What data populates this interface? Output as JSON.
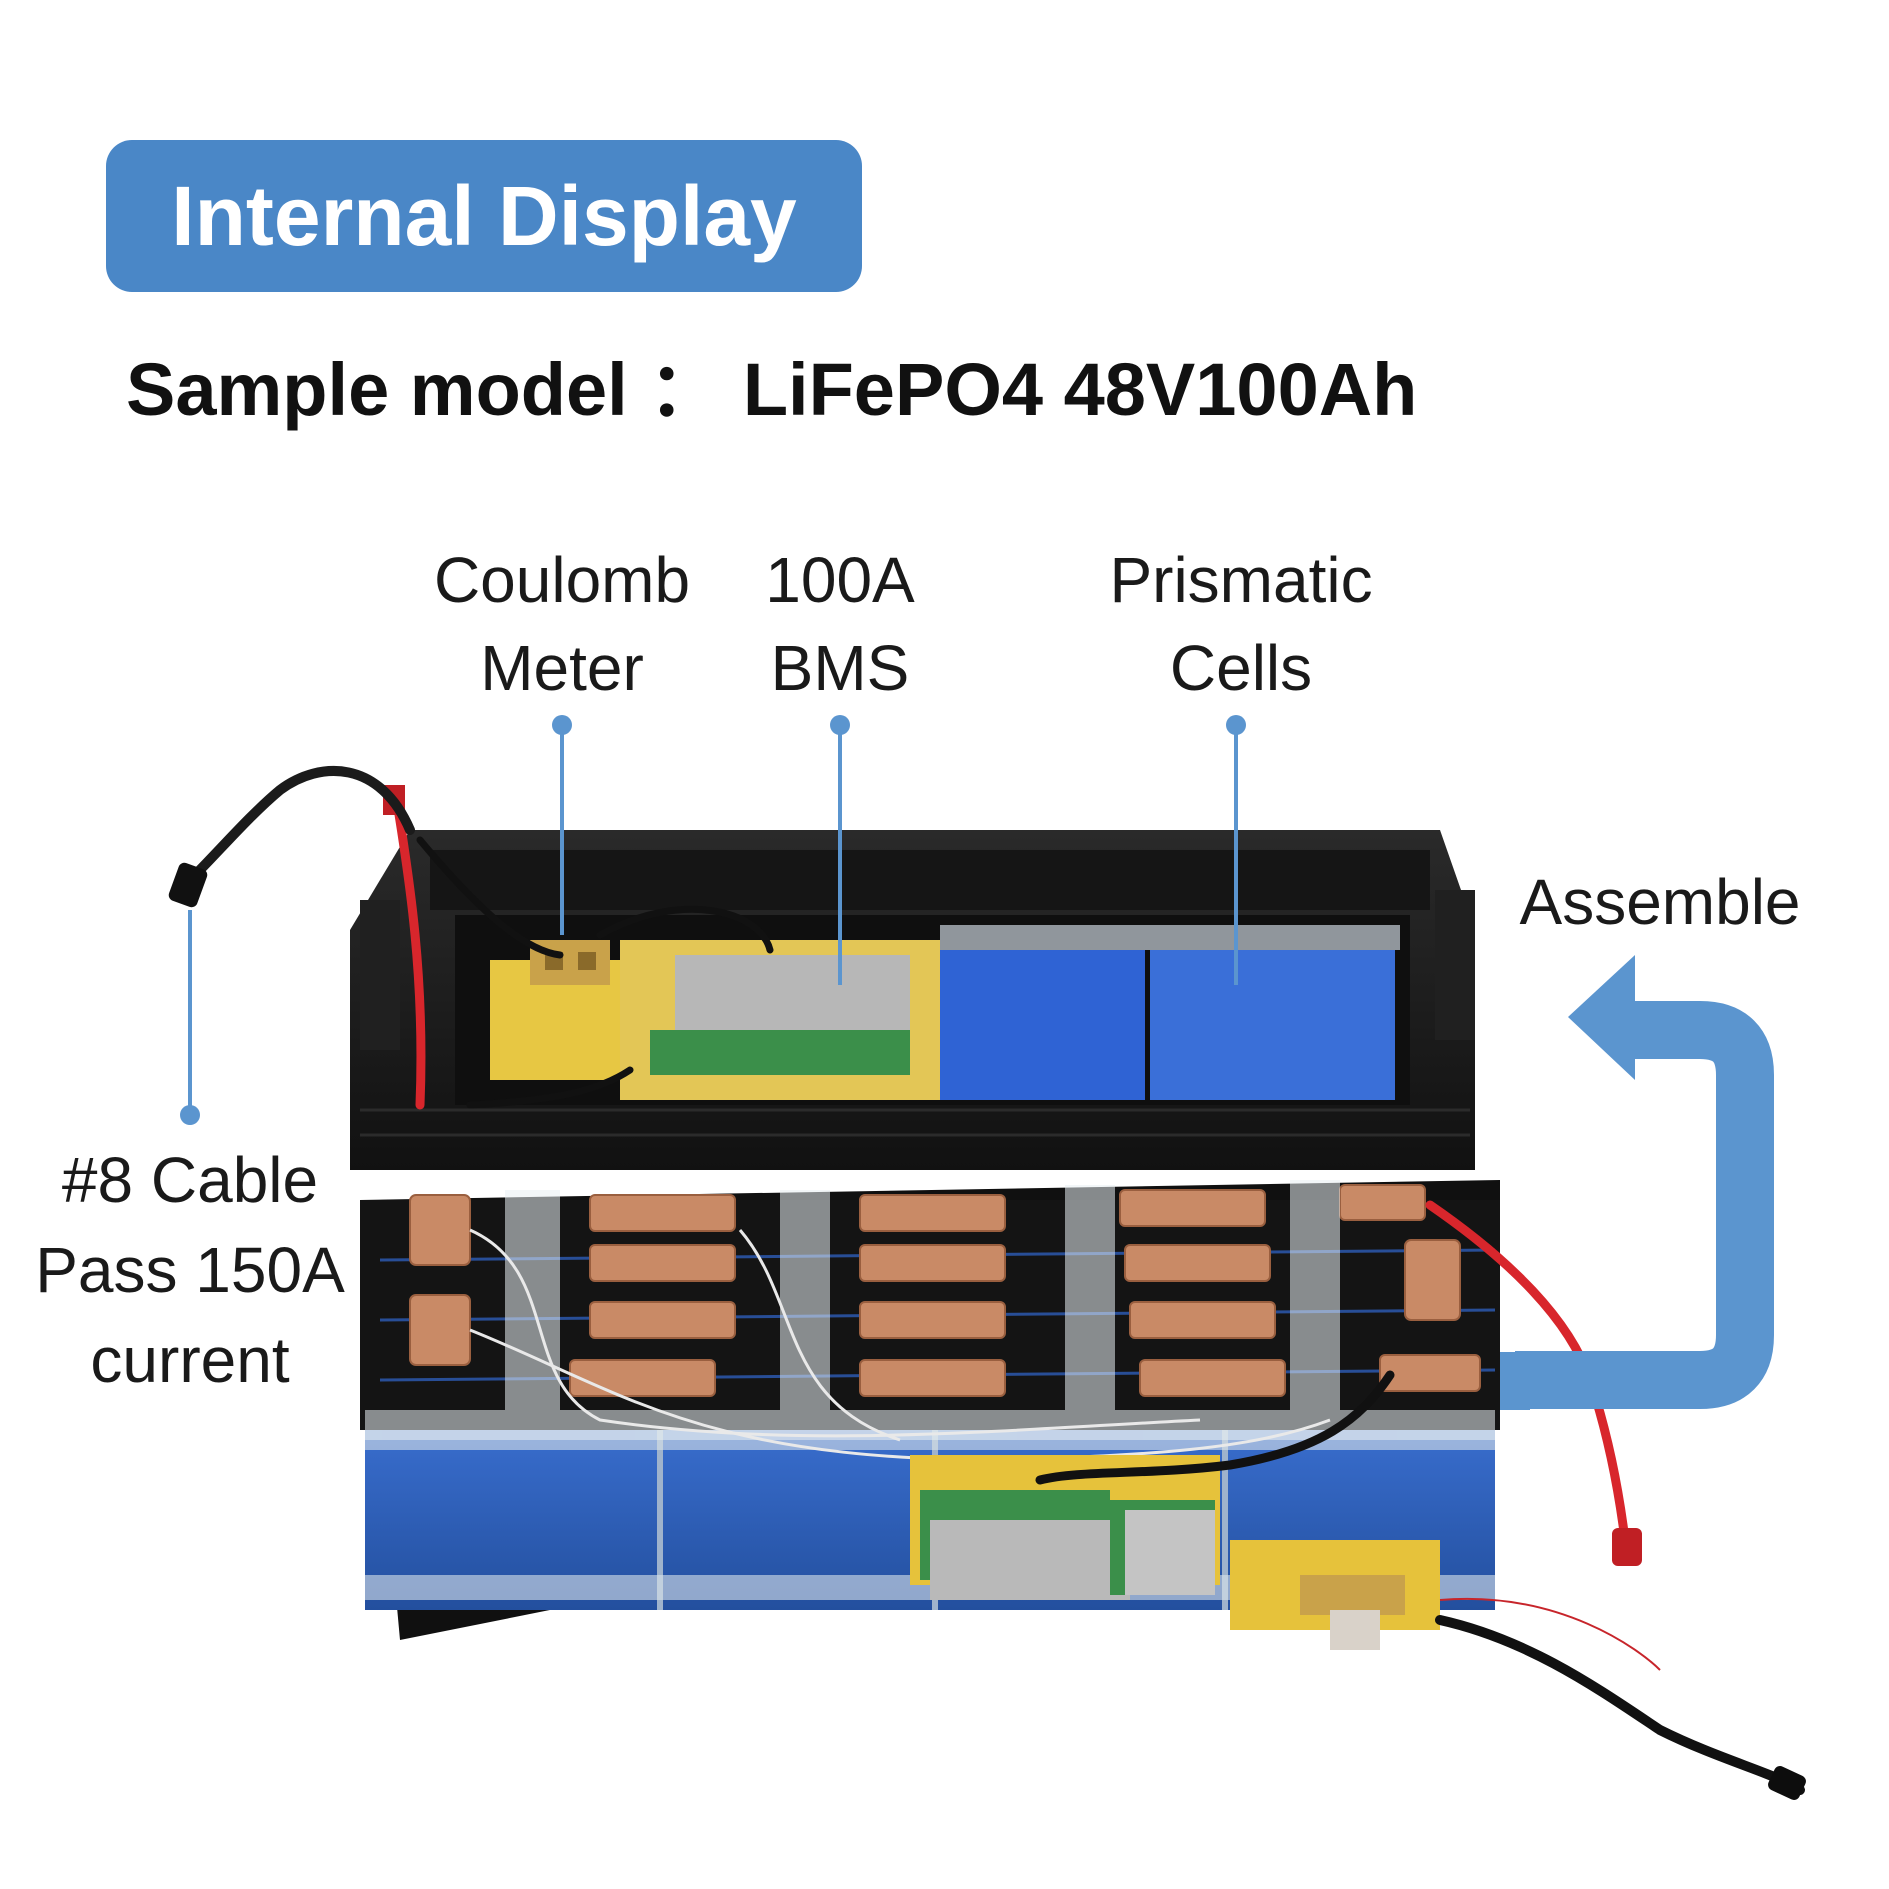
{
  "header": {
    "title": "Internal Display"
  },
  "model": {
    "label": "Sample model",
    "separator": "：",
    "value": "LiFePO4 48V100Ah"
  },
  "callouts": {
    "coulomb_meter": [
      "Coulomb",
      "Meter"
    ],
    "bms": [
      "100A",
      "BMS"
    ],
    "prismatic_cells": [
      "Prismatic",
      "Cells"
    ],
    "assemble": "Assemble",
    "cable": [
      "#8 Cable",
      "Pass 150A",
      "current"
    ]
  },
  "colors": {
    "accent": "#4a87c7",
    "callout_line": "#5b95cf",
    "cell_blue": "#2f5fb8",
    "busbar_copper": "#c98a66",
    "case_black": "#1c1c1c",
    "cable_red": "#d8262c"
  }
}
